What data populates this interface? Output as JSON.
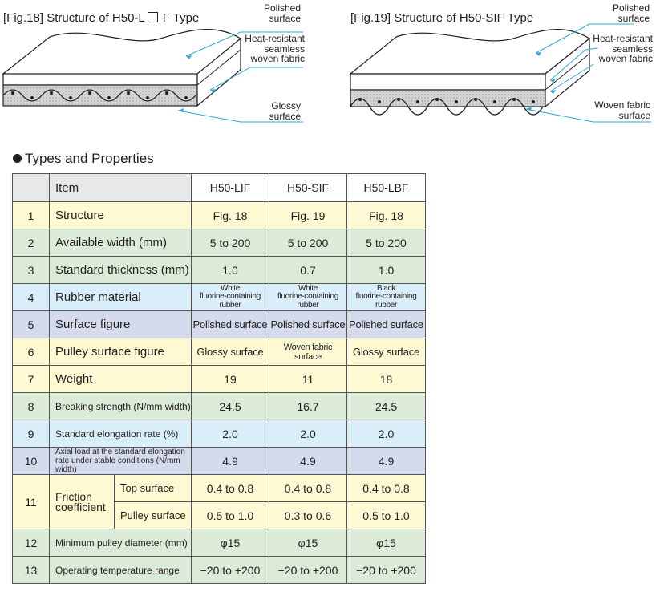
{
  "fig18": {
    "title_prefix": "[Fig.18] Structure of H50-L",
    "title_suffix": "F Type",
    "label_polished": "Polished\nsurface",
    "label_fabric": "Heat-resistant\nseamless\nwoven fabric",
    "label_glossy": "Glossy\nsurface"
  },
  "fig19": {
    "title": "[Fig.19] Structure of H50-SIF Type",
    "label_polished": "Polished\nsurface",
    "label_fabric": "Heat-resistant\nseamless\nwoven fabric",
    "label_woven": "Woven fabric\nsurface"
  },
  "section": {
    "title": "Types and Properties"
  },
  "table": {
    "header": {
      "item": "Item",
      "col1": "H50-LIF",
      "col2": "H50-SIF",
      "col3": "H50-LBF"
    },
    "rows": [
      {
        "no": "1",
        "item": "Structure",
        "v1": "Fig. 18",
        "v2": "Fig. 19",
        "v3": "Fig. 18"
      },
      {
        "no": "2",
        "item": "Available width (mm)",
        "v1": "5 to 200",
        "v2": "5 to 200",
        "v3": "5 to 200"
      },
      {
        "no": "3",
        "item": "Standard thickness (mm)",
        "v1": "1.0",
        "v2": "0.7",
        "v3": "1.0"
      },
      {
        "no": "4",
        "item": "Rubber material",
        "v1a": "White",
        "v1b": "fluorine-containing rubber",
        "v2a": "White",
        "v2b": "fluorine-containing rubber",
        "v3a": "Black",
        "v3b": "fluorine-containing rubber"
      },
      {
        "no": "5",
        "item": "Surface figure",
        "v1": "Polished surface",
        "v2": "Polished surface",
        "v3": "Polished surface"
      },
      {
        "no": "6",
        "item": "Pulley surface figure",
        "v1": "Glossy surface",
        "v2": "Woven fabric surface",
        "v3": "Glossy surface"
      },
      {
        "no": "7",
        "item": "Weight",
        "v1": "19",
        "v2": "11",
        "v3": "18"
      },
      {
        "no": "8",
        "item": "Breaking strength (N/mm width)",
        "v1": "24.5",
        "v2": "16.7",
        "v3": "24.5"
      },
      {
        "no": "9",
        "item": "Standard elongation rate (%)",
        "v1": "2.0",
        "v2": "2.0",
        "v3": "2.0"
      },
      {
        "no": "10",
        "item_a": "Axial load at the standard elongation",
        "item_b": "rate under stable conditions (N/mm width)",
        "v1": "4.9",
        "v2": "4.9",
        "v3": "4.9"
      },
      {
        "no": "11",
        "item_a": "Friction",
        "item_b": "coefficient",
        "sub1": "Top surface",
        "s1v1": "0.4 to 0.8",
        "s1v2": "0.4 to 0.8",
        "s1v3": "0.4 to 0.8",
        "sub2": "Pulley surface",
        "s2v1": "0.5 to 1.0",
        "s2v2": "0.3 to 0.6",
        "s2v3": "0.5 to 1.0"
      },
      {
        "no": "12",
        "item": "Minimum pulley diameter (mm)",
        "v1": "φ15",
        "v2": "φ15",
        "v3": "φ15"
      },
      {
        "no": "13",
        "item": "Operating temperature range",
        "v1": "−20 to +200",
        "v2": "−20 to +200",
        "v3": "−20 to +200"
      }
    ]
  }
}
